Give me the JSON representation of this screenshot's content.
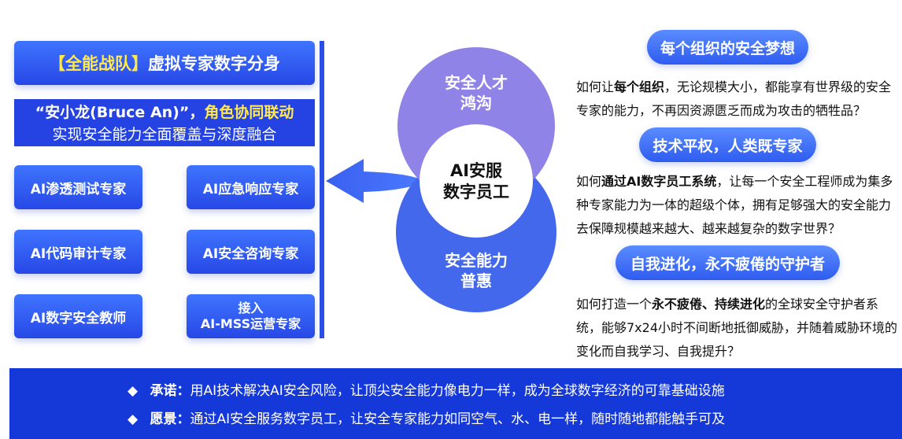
{
  "left": {
    "header": {
      "bracket": "【全能战队】",
      "text": "虚拟专家数字分身"
    },
    "subtitle": {
      "line1_a": "“安小龙(Bruce An)”，",
      "line1_b": "角色协同联动",
      "line2": "实现安全能力全面覆盖与深度融合"
    },
    "experts": [
      "AI渗透测试专家",
      "AI应急响应专家",
      "AI代码审计专家",
      "AI安全咨询专家",
      "AI数字安全教师",
      "接入",
      "AI-MSS运营专家"
    ]
  },
  "center": {
    "top_circle": [
      "安全人才",
      "鸿沟"
    ],
    "bottom_circle": [
      "安全能力",
      "普惠"
    ],
    "core": [
      "AI安服",
      "数字员工"
    ],
    "colors": {
      "top": "#8b7fe6",
      "bottom": "#4368ec",
      "core": "#ffffff"
    }
  },
  "right": [
    {
      "title": "每个组织的安全梦想",
      "p_a": "如何让",
      "p_b": "每个组织",
      "p_c": "，无论规模大小，都能享有世界级的安全专家的能力，不再因资源匮乏而成为攻击的牺牲品？"
    },
    {
      "title": "技术平权，人类既专家",
      "p_a": "如何",
      "p_b": "通过AI数字员工系统",
      "p_c": "，让每一个安全工程师成为集多种专家能力为一体的超级个体，拥有足够强大的安全能力去保障规模越来越大、越来越复杂的数字世界？"
    },
    {
      "title": "自我进化，永不疲倦的守护者",
      "p_a": "如何打造一个",
      "p_b": "永不疲倦、持续进化",
      "p_c": "的全球安全守护者系统，能够7x24小时不间断地抵御威胁，并随着威胁环境的变化而自我学习、自我提升？"
    }
  ],
  "bottom": {
    "bullet": "◆",
    "line1_label": "承诺：",
    "line1_text": "用AI技术解决AI安全风险，让顶尖安全能力像电力一样，成为全球数字经济的可靠基础设施",
    "line2_label": "愿景：",
    "line2_text": "通过AI安全服务数字员工，让安全专家能力如同空气、水、电一样，随时随地都能触手可及"
  }
}
